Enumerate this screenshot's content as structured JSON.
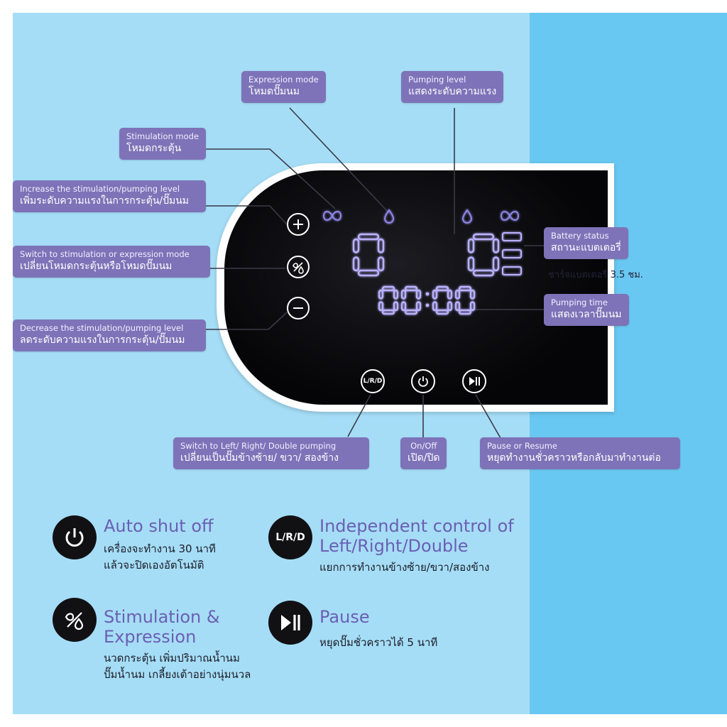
{
  "labels": {
    "expression_mode": {
      "en": "Expression mode",
      "th": "โหมดปั๊มนม"
    },
    "pumping_level": {
      "en": "Pumping level",
      "th": "แสดงระดับความแรง"
    },
    "stimulation_mode": {
      "en": "Stimulation mode",
      "th": "โหมดกระตุ้น"
    },
    "increase_level": {
      "en": "Increase the stimulation/pumping level",
      "th": "เพิ่มระดับความแรงในการกระตุ้น/ปั๊มนม"
    },
    "switch_mode": {
      "en": "Switch to stimulation or expression mode",
      "th": "เปลี่ยนโหมดกระตุ้นหรือโหมดปั๊มนม"
    },
    "decrease_level": {
      "en": "Decrease the stimulation/pumping level",
      "th": "ลดระดับความแรงในการกระตุ้น/ปั๊มนม"
    },
    "battery_status": {
      "en": "Battery status",
      "th": "สถานะแบตเตอรี่"
    },
    "pumping_time": {
      "en": "Pumping time",
      "th": "แสดงเวลาปั๊มนม"
    },
    "switch_lrd": {
      "en": "Switch to Left/ Right/ Double pumping",
      "th": "เปลี่ยนเป็นปั๊มข้างซ้าย/ ขวา/ สองข้าง"
    },
    "on_off": {
      "en": "On/Off",
      "th": "เปิด/ปิด"
    },
    "pause_resume": {
      "en": "Pause or Resume",
      "th": "หยุดทำงานชั่วคราวหรือกลับมาทำงานต่อ"
    }
  },
  "battery_note": "ชาร์จแบตเตอรี่ 3.5 ชม.",
  "display": {
    "left_level": "0",
    "right_level": "0",
    "timer": "00:00",
    "battery_bars": 3
  },
  "buttons": {
    "lrd_label": "L/R/D"
  },
  "features": {
    "auto_shut_off": {
      "title": "Auto shut off",
      "desc_1": "เครื่องจะทำงาน 30 นาที",
      "desc_2": "แล้วจะปิดเองอัตโนมัติ"
    },
    "independent": {
      "icon_label": "L/R/D",
      "title_1": "Independent control of",
      "title_2": "Left/Right/Double",
      "desc_1": "แยกการทำงานข้างซ้าย/ขวา/สองข้าง"
    },
    "stim_expr": {
      "title_1": "Stimulation &",
      "title_2": "Expression",
      "desc_1": "นวดกระตุ้น เพิ่มปริมาณน้ำนม",
      "desc_2": "ปั๊มน้ำนม เกลี้ยงเต้าอย่างนุ่มนวล"
    },
    "pause": {
      "title": "Pause",
      "desc_1": "หยุดปั๊มชั่วคราวได้ 5 นาที"
    }
  },
  "colors": {
    "label_bg": "#7e73b8",
    "title_purple": "#6b5fb4",
    "segment_glow": "#b9b2ff",
    "bg_light": "#a5ddf6",
    "bg_right": "#69c8f1"
  }
}
